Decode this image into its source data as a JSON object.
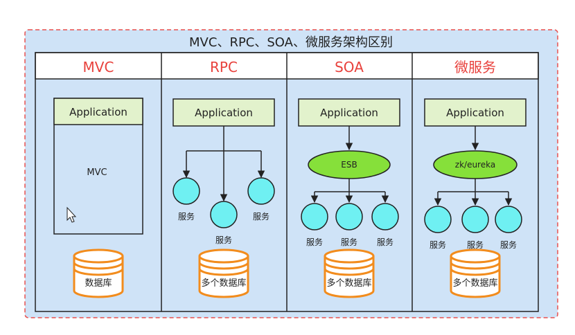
{
  "title": "MVC、RPC、SOA、微服务架构区别",
  "colors": {
    "frame_fill": "#cfe3f7",
    "frame_dash": "#e8504f",
    "header_text": "#e8413c",
    "app_fill": "#e2f2cc",
    "service_fill": "#6ff0f2",
    "bus_fill": "#86e03a",
    "db_stroke": "#f28c1d"
  },
  "columns": [
    {
      "header": "MVC",
      "app_label": "Application",
      "inner_label": "MVC",
      "db_label": "数据库",
      "has_cursor": true
    },
    {
      "header": "RPC",
      "app_label": "Application",
      "services": [
        "服务",
        "服务",
        "服务"
      ],
      "db_label": "多个数据库"
    },
    {
      "header": "SOA",
      "app_label": "Application",
      "bus_label": "ESB",
      "services": [
        "服务",
        "服务",
        "服务"
      ],
      "db_label": "多个数据库"
    },
    {
      "header": "微服务",
      "app_label": "Application",
      "bus_label": "zk/eureka",
      "services": [
        "服务",
        "服务",
        "服务"
      ],
      "db_label": "多个数据库"
    }
  ]
}
